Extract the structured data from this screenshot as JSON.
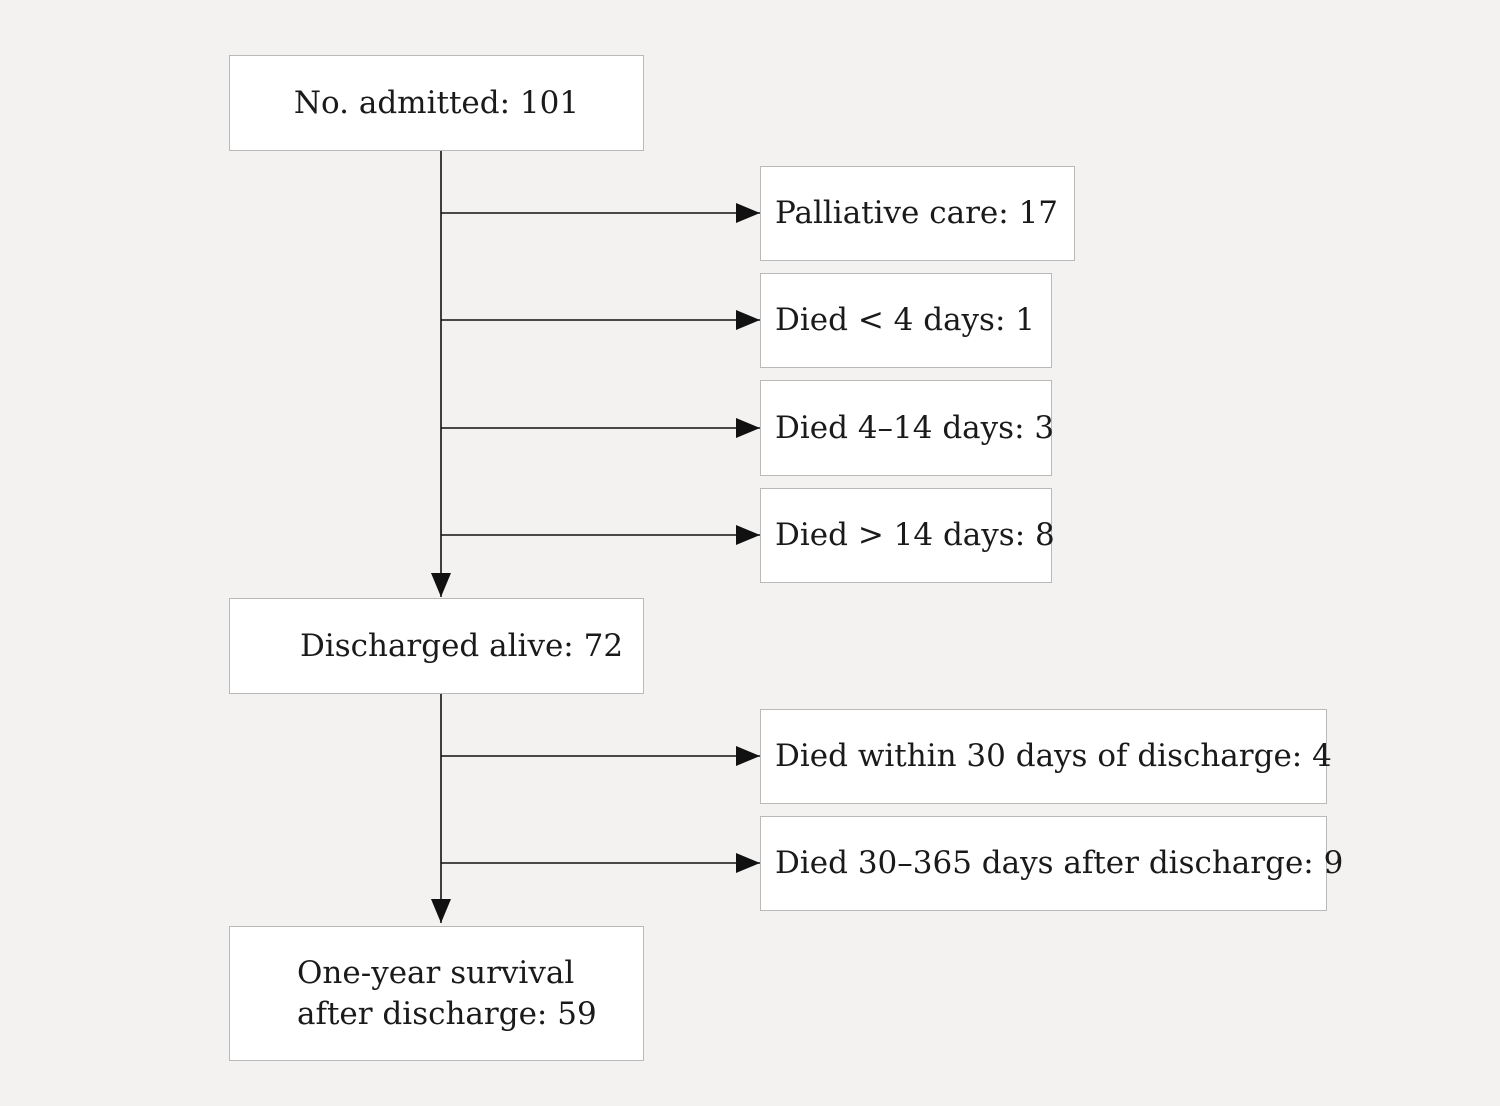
{
  "flow": {
    "admitted": "No. admitted: 101",
    "exclusions_inhospital": [
      "Palliative care: 17",
      "Died < 4 days: 1",
      "Died 4–14 days: 3",
      "Died > 14 days: 8"
    ],
    "discharged": "Discharged alive: 72",
    "exclusions_postdischarge": [
      "Died within 30 days of discharge: 4",
      "Died 30–365 days after discharge: 9"
    ],
    "survival": {
      "line1": "One-year survival",
      "line2": "after discharge: 59"
    }
  },
  "colors": {
    "background": "#f3f2f0",
    "box_fill": "#ffffff",
    "box_border": "#b9b9b9",
    "line": "#111111"
  }
}
